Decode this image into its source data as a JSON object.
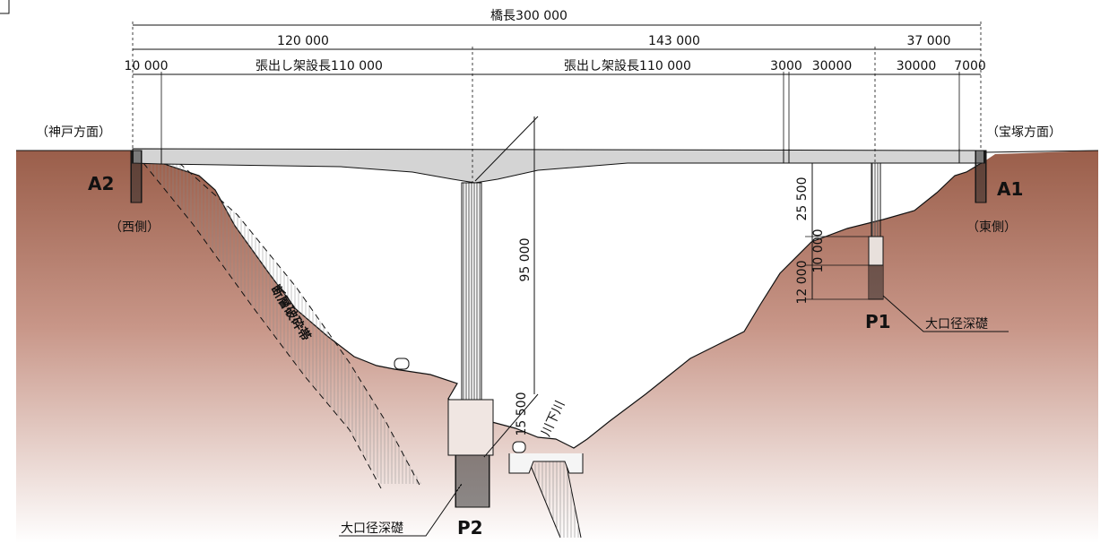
{
  "dimensions": {
    "total": "橋長300 000",
    "span_left": "120 000",
    "span_center": "143 000",
    "span_right": "37 000",
    "seg_10000": "10 000",
    "cantilever_left": "張出し架設長110 000",
    "cantilever_right": "張出し架設長110 000",
    "seg_3000": "3000",
    "seg_30000_a": "30000",
    "seg_30000_b": "30000",
    "seg_7000": "7000",
    "pier_p2_height": "95 000",
    "pier_p1_upper": "25 500",
    "pier_p1_mid": "10 000",
    "pier_p1_lower": "12 000",
    "foundation_p2": "15 500"
  },
  "labels": {
    "kobe_direction": "（神戸方面）",
    "takarazuka_direction": "（宝塚方面）",
    "west_side": "（西側）",
    "east_side": "（東側）",
    "abutment_a2": "A2",
    "abutment_a1": "A1",
    "pier_p1": "P1",
    "pier_p2": "P2",
    "fault_zone": "断層破砕帯",
    "river": "川下川",
    "deep_foundation_p1": "大口径深礎",
    "deep_foundation_p2": "大口径深礎"
  },
  "colors": {
    "ground_top": "#9a5e4a",
    "ground_bottom": "#ffffff",
    "line": "#111111",
    "deck": "#d4d4d4"
  }
}
